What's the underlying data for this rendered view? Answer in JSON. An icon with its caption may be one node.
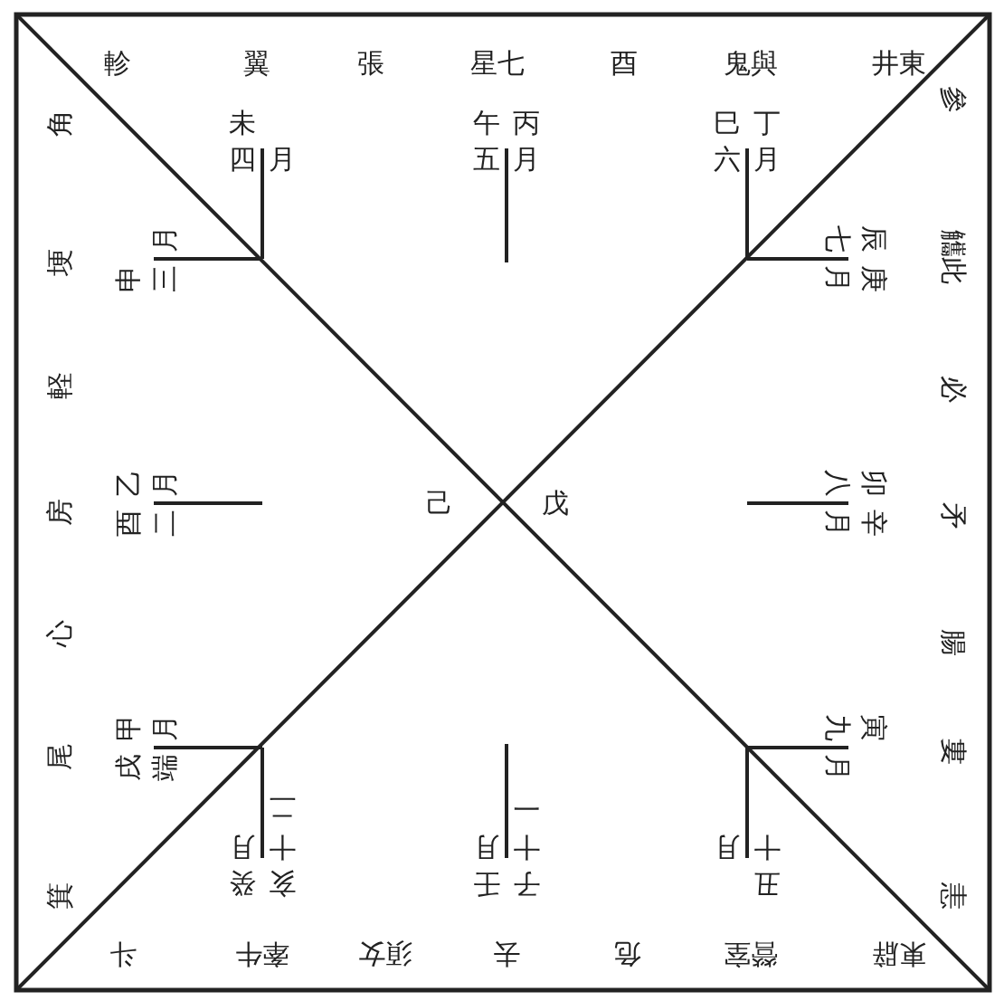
{
  "diagram": {
    "labels": [
      "軫",
      "翼",
      "張",
      "星七",
      "酉",
      "鬼與",
      "井東",
      "角",
      "埂",
      "軽",
      "房",
      "心",
      "尾",
      "箕",
      "參",
      "觿此",
      "必",
      "矛",
      "腸",
      "婁",
      "恚",
      "斗",
      "牽牛",
      "須女",
      "去",
      "危",
      "營室",
      "東辟",
      "未",
      "四月",
      "午丙",
      "五月",
      "巳丁",
      "六月",
      "七月",
      "辰庚",
      "八月",
      "卯辛",
      "九月",
      "寅",
      "十月",
      "丑",
      "十一月",
      "子壬",
      "十二月",
      "亥癸",
      "戌甲",
      "端月",
      "酉乙",
      "二月",
      "申",
      "三月",
      "己",
      "戊"
    ]
  }
}
